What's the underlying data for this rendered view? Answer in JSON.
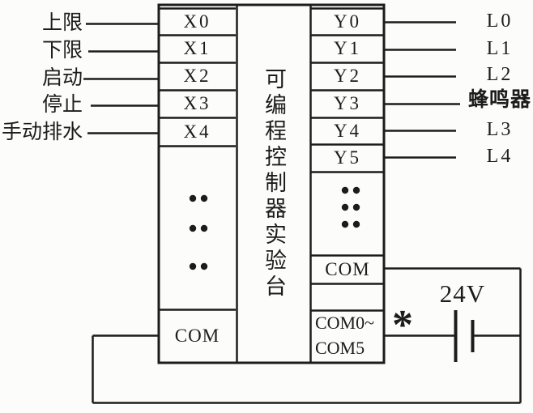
{
  "colors": {
    "ink": "#1c1c1c",
    "paper": "#fcfcfa"
  },
  "plc": {
    "title": "可编程控制器实验台",
    "inputs": [
      {
        "signal": "上限",
        "terminal": "X0"
      },
      {
        "signal": "下限",
        "terminal": "X1"
      },
      {
        "signal": "启动",
        "terminal": "X2"
      },
      {
        "signal": "停止",
        "terminal": "X3"
      },
      {
        "signal": "手动排水",
        "terminal": "X4"
      }
    ],
    "outputs": [
      {
        "terminal": "Y0",
        "device": "L0"
      },
      {
        "terminal": "Y1",
        "device": "L1"
      },
      {
        "terminal": "Y2",
        "device": "L2"
      },
      {
        "terminal": "Y3",
        "device": "蜂鸣器"
      },
      {
        "terminal": "Y4",
        "device": "L3"
      },
      {
        "terminal": "Y5",
        "device": "L4"
      }
    ],
    "input_com_label": "COM",
    "output_com_label": "COM",
    "com_range_line1": "COM0~",
    "com_range_line2": "COM5"
  },
  "power": {
    "voltage_label": "24V",
    "marker": "*"
  }
}
